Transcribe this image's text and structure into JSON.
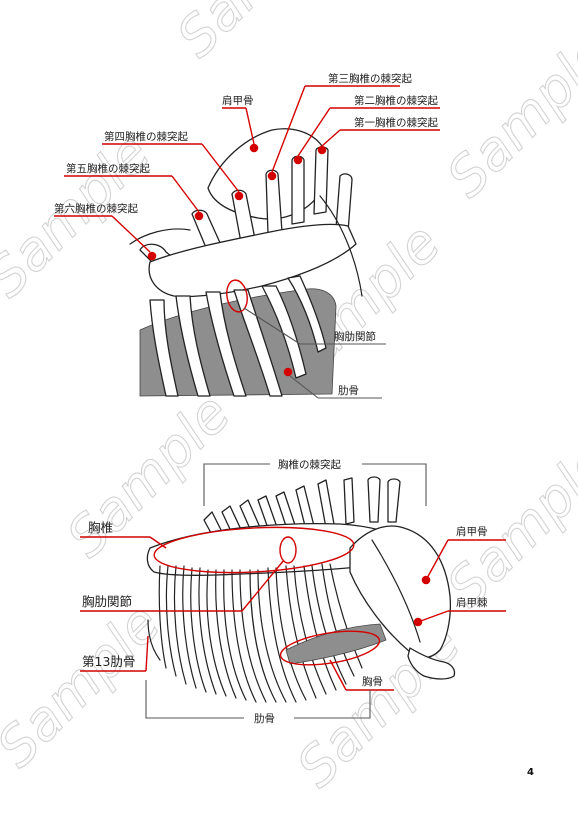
{
  "page_number": "4",
  "watermark_text": "Sample",
  "colors": {
    "accent_red": "#d40000",
    "bone_outline": "#222222",
    "bone_shade": "#8e8e8e",
    "watermark": "#d3d3d3"
  },
  "top_figure": {
    "labels": {
      "thoracic3_spinous": "第三胸椎の棘突起",
      "scapula": "肩甲骨",
      "thoracic2_spinous": "第二胸椎の棘突起",
      "thoracic1_spinous": "第一胸椎の棘突起",
      "thoracic4_spinous": "第四胸椎の棘突起",
      "thoracic5_spinous": "第五胸椎の棘突起",
      "thoracic6_spinous": "第六胸椎の棘突起",
      "costovertebral_joint": "胸肋関節",
      "rib": "肋骨"
    }
  },
  "bottom_figure": {
    "labels": {
      "spinous_processes": "胸椎の棘突起",
      "thoracic_vertebrae": "胸椎",
      "scapula": "肩甲骨",
      "scapular_spine": "肩甲棘",
      "costovertebral_joint": "胸肋関節",
      "rib13": "第13肋骨",
      "sternum": "胸骨",
      "ribs": "肋骨"
    }
  }
}
